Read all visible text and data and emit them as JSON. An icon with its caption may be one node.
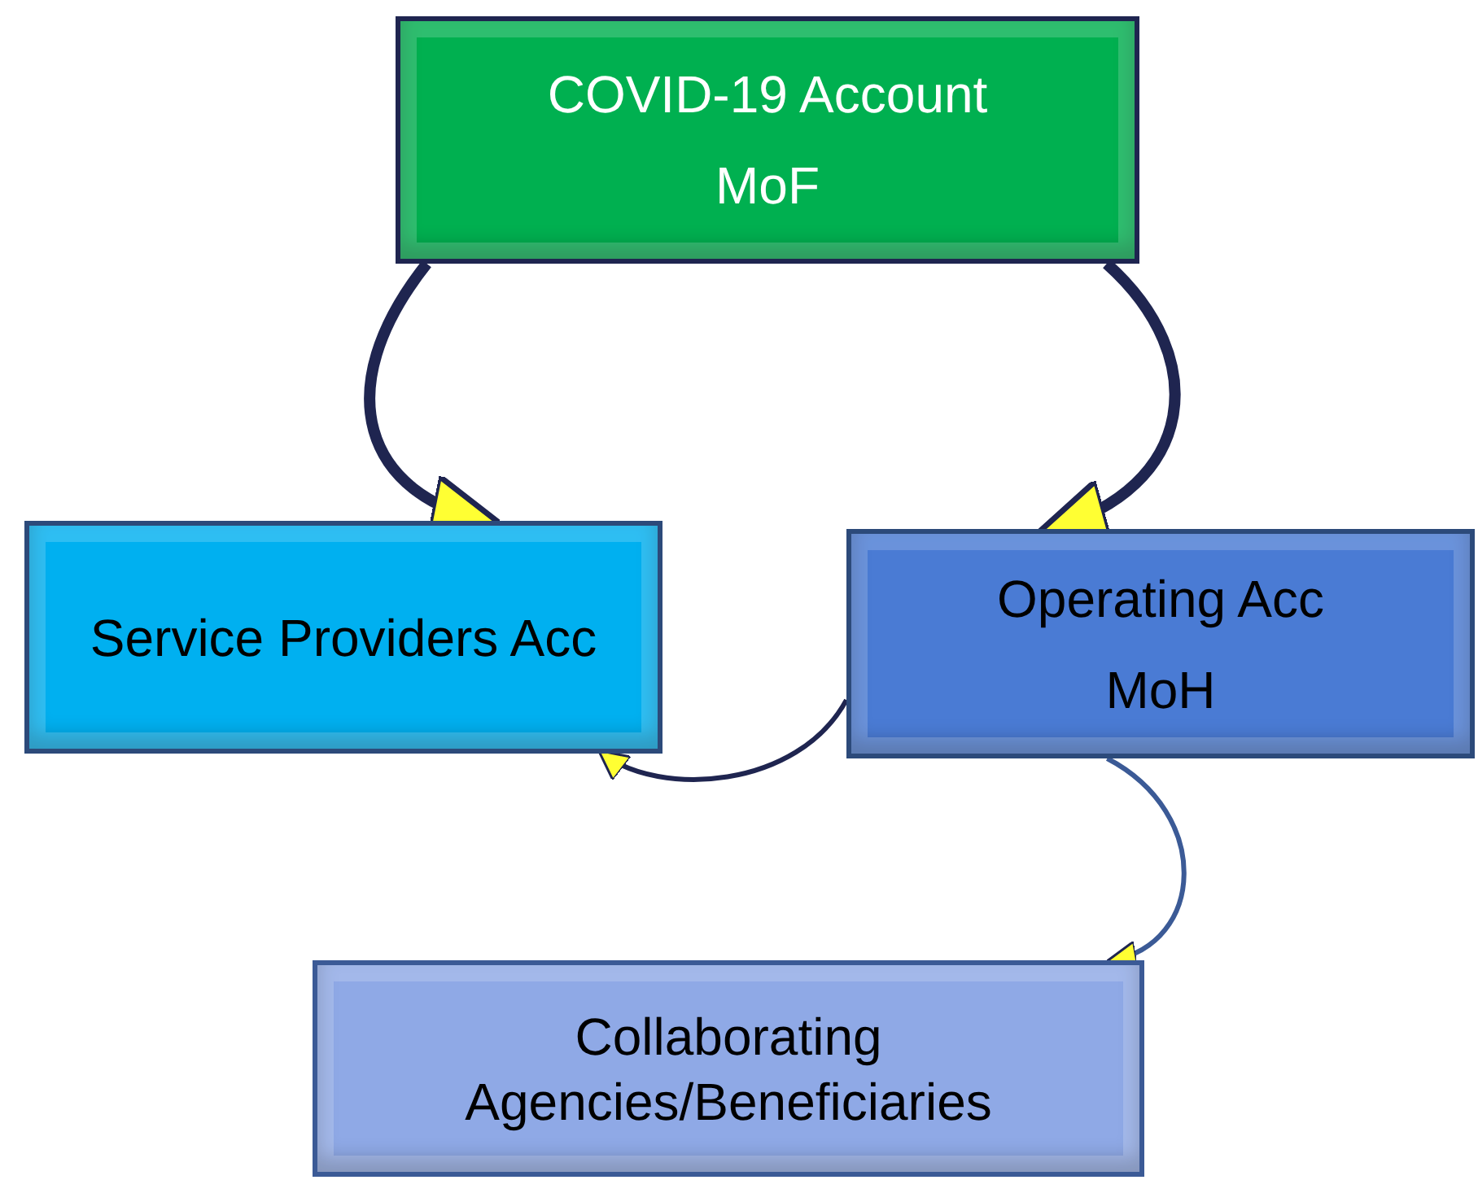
{
  "diagram": {
    "nodes": [
      {
        "text": [
          "COVID-19 Account",
          "MoF"
        ]
      },
      {
        "text": [
          "Service Providers Acc"
        ]
      },
      {
        "text": [
          "Operating Acc",
          "MoH"
        ]
      },
      {
        "text": [
          "Collaborating Agencies/Beneficiaries"
        ]
      }
    ],
    "edges": [
      {
        "from": 0,
        "to": 1,
        "arrow": "to",
        "style": "thick"
      },
      {
        "from": 0,
        "to": 2,
        "arrow": "to",
        "style": "thick"
      },
      {
        "from": 2,
        "to": 1,
        "arrow": "to"
      },
      {
        "from": 2,
        "to": 3,
        "arrow": "to",
        "color": "#3b5a96"
      }
    ]
  }
}
